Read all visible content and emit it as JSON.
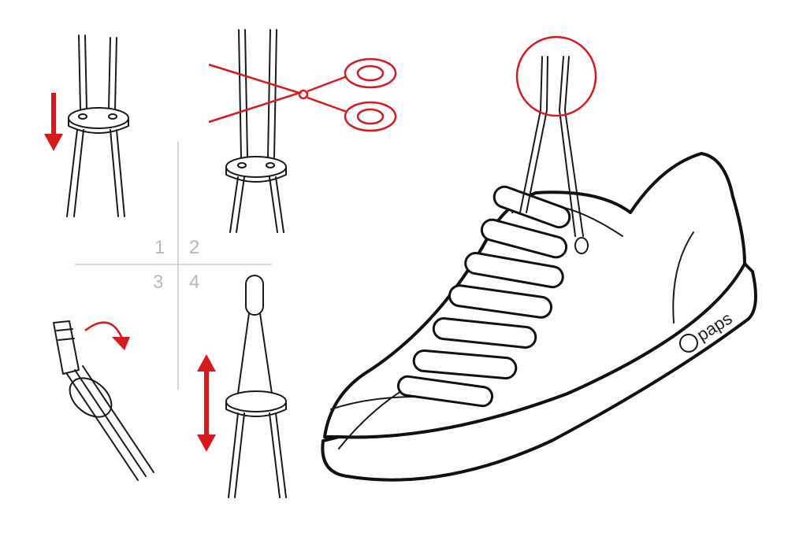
{
  "steps": {
    "s1": "1",
    "s2": "2",
    "s3": "3",
    "s4": "4"
  },
  "shoe": {
    "brand_logo": "paps"
  },
  "colors": {
    "accent": "#d71920",
    "line": "#1a1a1a",
    "divider": "#cccccc",
    "step_number": "#b8b8b8"
  }
}
